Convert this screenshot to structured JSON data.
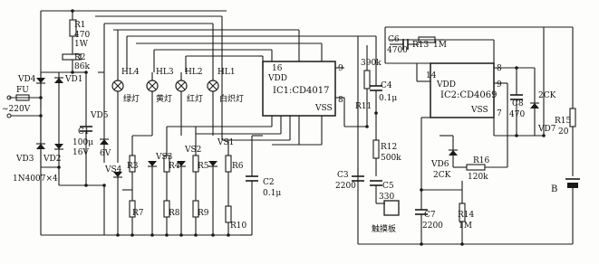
{
  "labels": {
    "r1": "R1",
    "r1_val": "470",
    "r1_pow": "1W",
    "r2": "R2",
    "r2_val": "86k",
    "vd4": "VD4",
    "vd1": "VD1",
    "vd3": "VD3",
    "vd2": "VD2",
    "vd5": "VD5",
    "fu": "FU",
    "mains": "~220V",
    "c1": "C1",
    "c1_val": "100μ",
    "c1_v": "16V",
    "vd5_v": "6V",
    "diodes": "1N4007×4",
    "hl4": "HL4",
    "hl3": "HL3",
    "hl2": "HL2",
    "hl1": "HL1",
    "lamp4": "绿灯",
    "lamp3": "黄灯",
    "lamp2": "红灯",
    "lamp1": "白炽灯",
    "vs4": "VS4",
    "vs3": "VS3",
    "vs2": "VS2",
    "vs1": "VS1",
    "r3": "R3",
    "r4": "R4",
    "r5": "R5",
    "r6": "R6",
    "r7": "R7",
    "r8": "R8",
    "r9": "R9",
    "r10": "R10",
    "ic1": "IC1:CD4017",
    "vdd1": "VDD",
    "vss1": "VSS",
    "pin16": "16",
    "pin9": "9",
    "pin8": "8",
    "c2": "C2",
    "c2_val": "0.1μ",
    "r11": "R11",
    "r11_val": "390k",
    "c4": "C4",
    "c4_val": "0.1μ",
    "r12": "R12",
    "r12_val": "500k",
    "c3": "C3",
    "c3_val": "2200",
    "c5": "C5",
    "c5_val": "330",
    "touch": "触摸板",
    "c6": "C6",
    "c6_val": "4700",
    "r13": "R13",
    "r13_val": "1M",
    "ic2": "IC2:CD4069",
    "vdd2": "VDD",
    "vss2": "VSS",
    "pin14": "14",
    "pin7": "7",
    "pin8b": "8",
    "pin9b": "9",
    "c8": "C8",
    "c8_val": "470",
    "vd7": "VD7",
    "vd7_v": "2CK",
    "r15": "R15",
    "r15_val": "20",
    "vd6": "VD6",
    "vd6_v": "2CK",
    "r16": "R16",
    "r16_val": "120k",
    "c7": "C7",
    "c7_val": "2200",
    "r14": "R14",
    "r14_val": "1M",
    "b": "B"
  }
}
